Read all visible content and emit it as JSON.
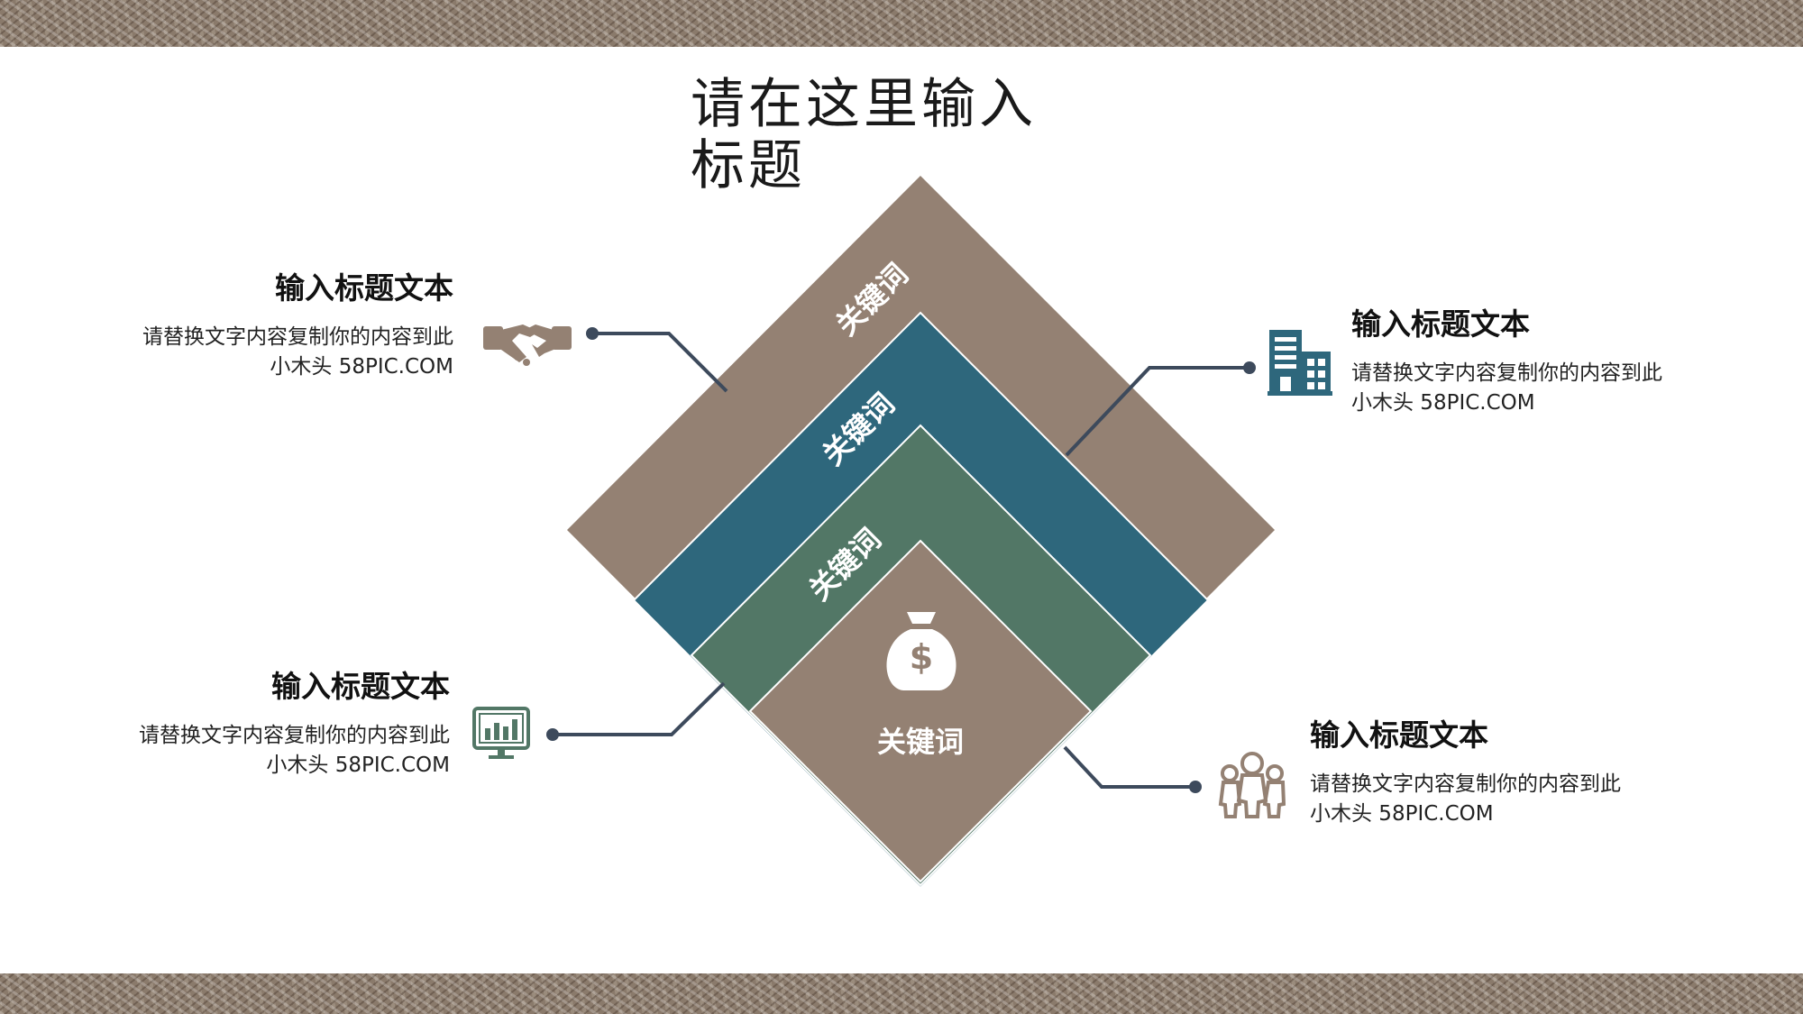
{
  "slide": {
    "title": "请在这里输入\n标题"
  },
  "pyramid": {
    "layers": [
      {
        "label": "关键词",
        "color": "#948173",
        "icon": ""
      },
      {
        "label": "关键词",
        "color": "#2e677c",
        "icon": ""
      },
      {
        "label": "关键词",
        "color": "#527766",
        "icon": ""
      },
      {
        "label": "关键词",
        "color": "#948173",
        "icon": "money-bag-icon"
      }
    ]
  },
  "items": [
    {
      "title": "输入标题文本",
      "line1": "请替换文字内容复制你的内容到此",
      "line2": "小木头 58PIC.COM",
      "icon": "handshake-icon"
    },
    {
      "title": "输入标题文本",
      "line1": "请替换文字内容复制你的内容到此",
      "line2": "小木头 58PIC.COM",
      "icon": "building-icon"
    },
    {
      "title": "输入标题文本",
      "line1": "请替换文字内容复制你的内容到此",
      "line2": "小木头 58PIC.COM",
      "icon": "monitor-chart-icon"
    },
    {
      "title": "输入标题文本",
      "line1": "请替换文字内容复制你的内容到此",
      "line2": "小木头 58PIC.COM",
      "icon": "people-group-icon"
    }
  ],
  "colors": {
    "taupe": "#948173",
    "teal": "#2e677c",
    "green": "#527766",
    "connector": "#3d4a5c",
    "band": "#8a7a6b"
  }
}
